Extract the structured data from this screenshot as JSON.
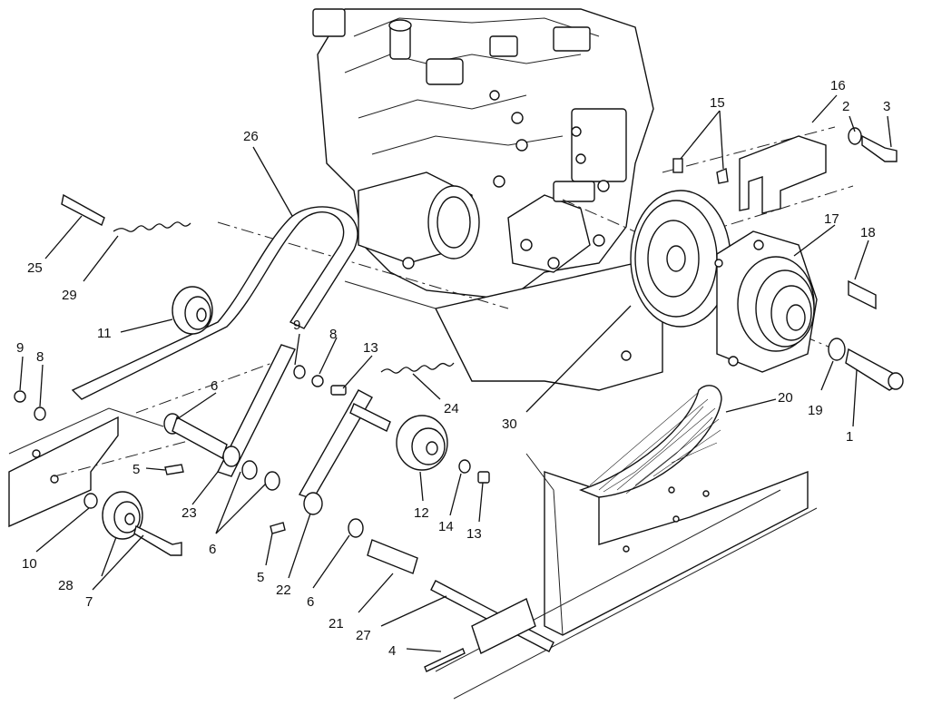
{
  "diagram": {
    "callouts": [
      {
        "id": "c1",
        "text": "1"
      },
      {
        "id": "c2",
        "text": "2"
      },
      {
        "id": "c3",
        "text": "3"
      },
      {
        "id": "c4",
        "text": "4"
      },
      {
        "id": "c5a",
        "text": "5"
      },
      {
        "id": "c5b",
        "text": "5"
      },
      {
        "id": "c6a",
        "text": "6"
      },
      {
        "id": "c6b",
        "text": "6"
      },
      {
        "id": "c6c",
        "text": "6"
      },
      {
        "id": "c7",
        "text": "7"
      },
      {
        "id": "c8a",
        "text": "8"
      },
      {
        "id": "c8b",
        "text": "8"
      },
      {
        "id": "c9a",
        "text": "9"
      },
      {
        "id": "c9b",
        "text": "9"
      },
      {
        "id": "c10",
        "text": "10"
      },
      {
        "id": "c11",
        "text": "11"
      },
      {
        "id": "c12",
        "text": "12"
      },
      {
        "id": "c13a",
        "text": "13"
      },
      {
        "id": "c13b",
        "text": "13"
      },
      {
        "id": "c14",
        "text": "14"
      },
      {
        "id": "c15",
        "text": "15"
      },
      {
        "id": "c16",
        "text": "16"
      },
      {
        "id": "c17",
        "text": "17"
      },
      {
        "id": "c18",
        "text": "18"
      },
      {
        "id": "c19",
        "text": "19"
      },
      {
        "id": "c20",
        "text": "20"
      },
      {
        "id": "c21",
        "text": "21"
      },
      {
        "id": "c22",
        "text": "22"
      },
      {
        "id": "c23",
        "text": "23"
      },
      {
        "id": "c24",
        "text": "24"
      },
      {
        "id": "c25",
        "text": "25"
      },
      {
        "id": "c26",
        "text": "26"
      },
      {
        "id": "c27",
        "text": "27"
      },
      {
        "id": "c28",
        "text": "28"
      },
      {
        "id": "c29",
        "text": "29"
      },
      {
        "id": "c30",
        "text": "30"
      }
    ]
  }
}
